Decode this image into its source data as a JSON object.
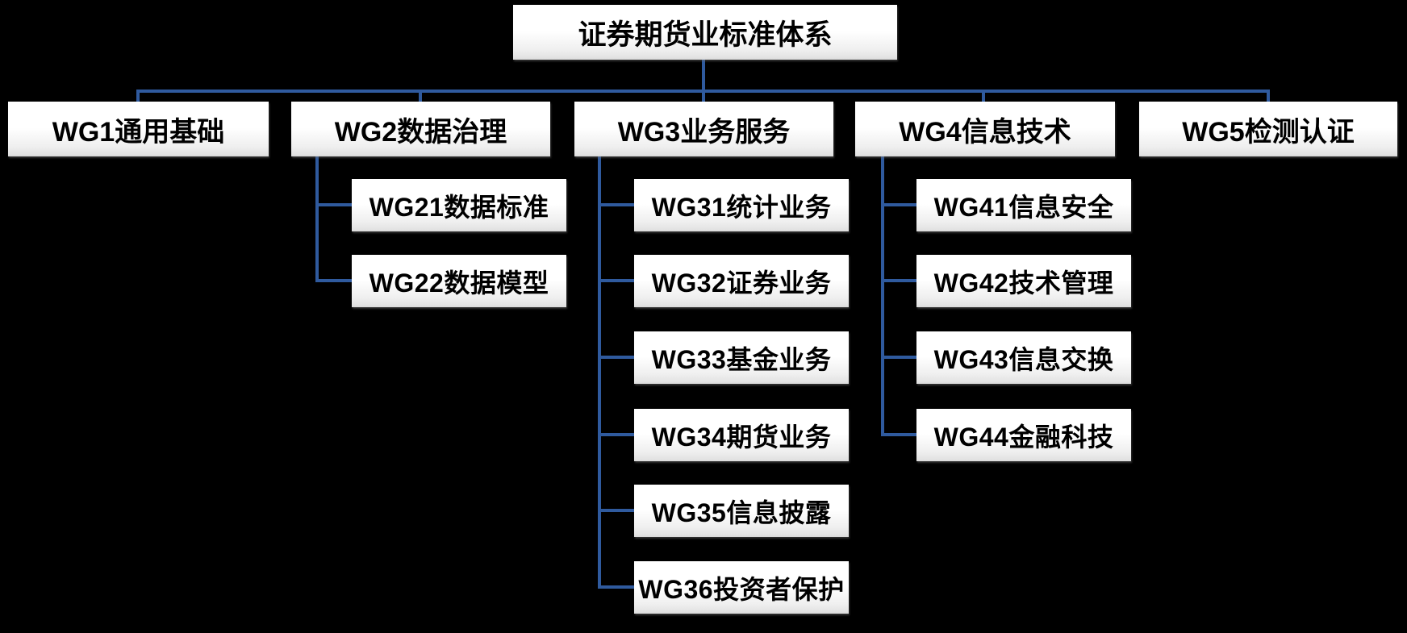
{
  "title": "证券期货业标准体系",
  "colors": {
    "background": "#000000",
    "connector": "#2f5a9e",
    "text": "#000000",
    "box_fill_top": "#ffffff",
    "box_fill_bottom": "#d9d9d9"
  },
  "root": {
    "label": "证券期货业标准体系"
  },
  "groups": [
    {
      "label": "WG1通用基础",
      "children": []
    },
    {
      "label": "WG2数据治理",
      "children": [
        {
          "label": "WG21数据标准"
        },
        {
          "label": "WG22数据模型"
        }
      ]
    },
    {
      "label": "WG3业务服务",
      "children": [
        {
          "label": "WG31统计业务"
        },
        {
          "label": "WG32证券业务"
        },
        {
          "label": "WG33基金业务"
        },
        {
          "label": "WG34期货业务"
        },
        {
          "label": "WG35信息披露"
        },
        {
          "label": "WG36投资者保护"
        }
      ]
    },
    {
      "label": "WG4信息技术",
      "children": [
        {
          "label": "WG41信息安全"
        },
        {
          "label": "WG42技术管理"
        },
        {
          "label": "WG43信息交换"
        },
        {
          "label": "WG44金融科技"
        }
      ]
    },
    {
      "label": "WG5检测认证",
      "children": []
    }
  ]
}
